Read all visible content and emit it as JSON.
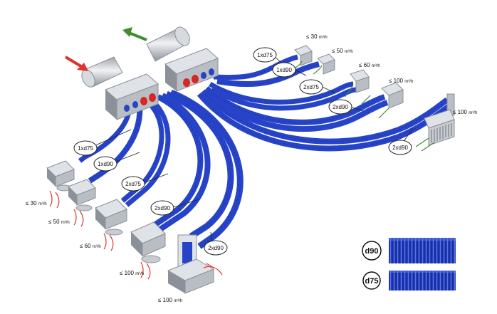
{
  "colors": {
    "duct": "#2744c8",
    "duct_dark": "#14258a",
    "duct_light": "#5a74e6",
    "box": "#b9bdc4",
    "box_dark": "#8c9199",
    "box_light": "#dfe2e6",
    "supply_arrow": "#e0332c",
    "exhaust_arrow": "#3f8f2c",
    "outlet_red": "#d82622"
  },
  "icons": {
    "supply": "red-supply-arrow-icon",
    "exhaust": "green-exhaust-arrow-icon"
  },
  "duct_labels": {
    "s1": "1xd75",
    "s2": "1xd90",
    "s3": "2xd75",
    "s4": "2xd90",
    "s5": "2xd90",
    "e1": "1xd75",
    "e2": "1xd90",
    "e3": "2xd75",
    "e4": "2xd90",
    "e5": "2xd90"
  },
  "flow_labels": {
    "s1": "≤ 30",
    "s2": "≤ 50",
    "s3": "≤ 60",
    "s4": "≤ 100",
    "s5": "≤ 100",
    "e1": "≤ 30",
    "e2": "≤ 50",
    "e3": "≤ 60",
    "e4": "≤ 100",
    "e5": "≤ 100"
  },
  "flow_unit": "m³/h",
  "legend": {
    "d90": "d90",
    "d75": "d75"
  }
}
